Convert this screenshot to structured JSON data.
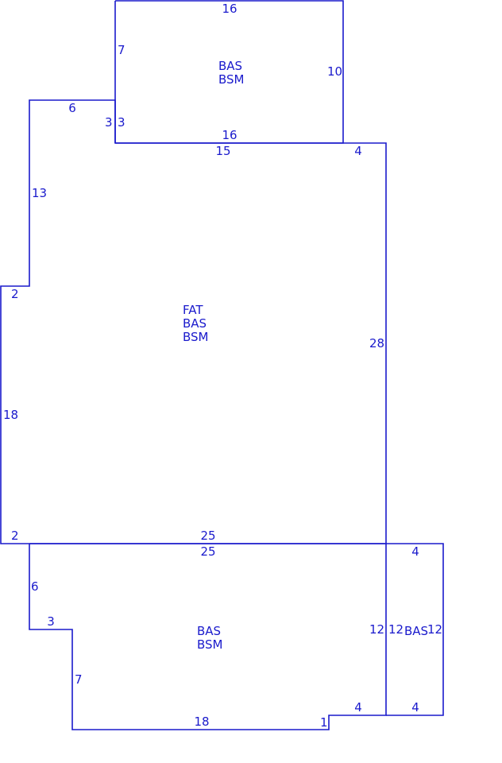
{
  "colors": {
    "line": "#1a1acc",
    "text": "#1a1acc",
    "background": "#ffffff"
  },
  "areas": {
    "top": {
      "line1": "BAS",
      "line2": "BSM"
    },
    "main": {
      "line1": "FAT",
      "line2": "BAS",
      "line3": "BSM"
    },
    "bottom": {
      "line1": "BAS",
      "line2": "BSM"
    },
    "side": {
      "line1": "BAS"
    }
  },
  "dimensions": {
    "top_top": "16",
    "top_left": "7",
    "top_right": "10",
    "top_bottom": "16",
    "top_step_left": "3",
    "top_step_right": "3",
    "main_ledge": "6",
    "main_top": "15",
    "main_top_right": "4",
    "main_left_upper": "13",
    "main_notch": "2",
    "main_right": "28",
    "main_left_lower": "18",
    "main_bottom_notch": "2",
    "main_bottom": "25",
    "bottom_top": "25",
    "bottom_left_upper": "6",
    "bottom_step": "3",
    "bottom_left_lower": "7",
    "bottom_bottom": "18",
    "bottom_jog": "1",
    "bottom_right_step": "4",
    "bottom_right": "12",
    "side_left": "12",
    "side_top": "4",
    "side_right": "12",
    "side_bottom": "4"
  }
}
